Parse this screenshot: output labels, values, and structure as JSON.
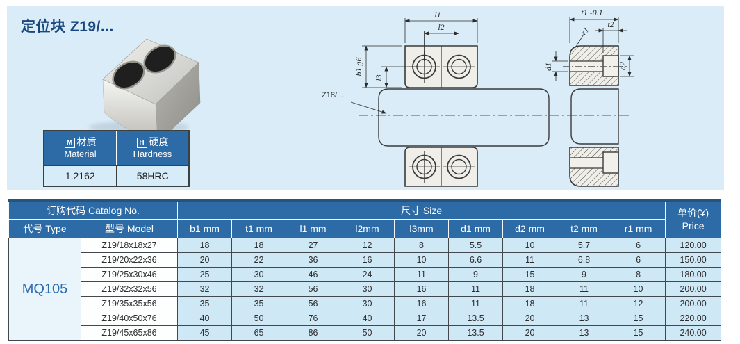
{
  "page": {
    "title": "定位块 Z19/..."
  },
  "material_table": {
    "material": {
      "icon": "M",
      "label_cn": "材质",
      "label_en": "Material",
      "value": "1.2162"
    },
    "hardness": {
      "icon": "H",
      "label_cn": "硬度",
      "label_en": "Hardness",
      "value": "58HRC"
    }
  },
  "drawing": {
    "labels": {
      "l1": "l1",
      "l2": "l2",
      "b1": "b1 g6",
      "l3": "l3",
      "z18": "Z18/...",
      "t1": "t1 -0.1",
      "t2": "t2",
      "r1": "r1",
      "d1": "d1",
      "d2": "d2"
    }
  },
  "catalog_table": {
    "header": {
      "catalog_no": "订购代码 Catalog No.",
      "type": "代号 Type",
      "model": "型号 Model",
      "size": "尺寸 Size",
      "dim_columns": [
        "b1 mm",
        "t1 mm",
        "l1 mm",
        "l2mm",
        "l3mm",
        "d1 mm",
        "d2 mm",
        "t2 mm",
        "r1 mm"
      ],
      "price_cn": "单价(¥)",
      "price_en": "Price"
    },
    "type_value": "MQ105",
    "rows": [
      {
        "model": "Z19/18x18x27",
        "dims": [
          "18",
          "18",
          "27",
          "12",
          "8",
          "5.5",
          "10",
          "5.7",
          "6"
        ],
        "price": "120.00"
      },
      {
        "model": "Z19/20x22x36",
        "dims": [
          "20",
          "22",
          "36",
          "16",
          "10",
          "6.6",
          "11",
          "6.8",
          "6"
        ],
        "price": "150.00"
      },
      {
        "model": "Z19/25x30x46",
        "dims": [
          "25",
          "30",
          "46",
          "24",
          "11",
          "9",
          "15",
          "9",
          "8"
        ],
        "price": "180.00"
      },
      {
        "model": "Z19/32x32x56",
        "dims": [
          "32",
          "32",
          "56",
          "30",
          "16",
          "11",
          "18",
          "11",
          "10"
        ],
        "price": "200.00"
      },
      {
        "model": "Z19/35x35x56",
        "dims": [
          "35",
          "35",
          "56",
          "30",
          "16",
          "11",
          "18",
          "11",
          "12"
        ],
        "price": "200.00"
      },
      {
        "model": "Z19/40x50x76",
        "dims": [
          "40",
          "50",
          "76",
          "40",
          "17",
          "13.5",
          "20",
          "13",
          "15"
        ],
        "price": "220.00"
      },
      {
        "model": "Z19/45x65x86",
        "dims": [
          "45",
          "65",
          "86",
          "50",
          "20",
          "13.5",
          "20",
          "13",
          "15"
        ],
        "price": "240.00"
      }
    ]
  },
  "colors": {
    "header_blue": "#2d6ba6",
    "cell_light_blue": "#cfe8f6",
    "panel_blue": "#d9ecf7",
    "title_navy": "#17477d",
    "type_text_blue": "#2a6cb0"
  }
}
